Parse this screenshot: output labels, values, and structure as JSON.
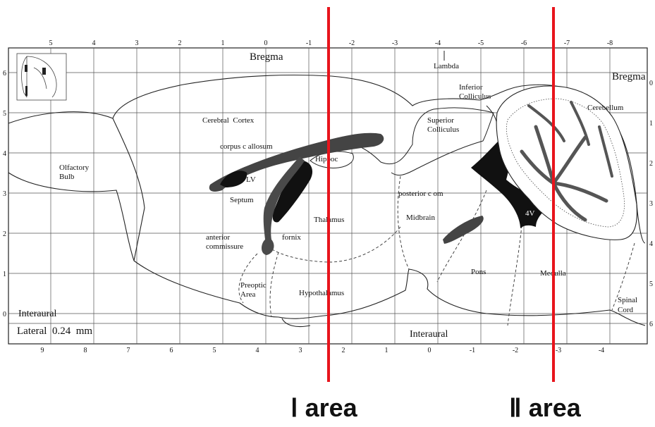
{
  "atlas": {
    "top_scale": [
      "5",
      "4",
      "3",
      "2",
      "1",
      "0",
      "-1",
      "-2",
      "-3",
      "-4",
      "-5",
      "-6",
      "-7",
      "-8"
    ],
    "bottom_scale": [
      "9",
      "8",
      "7",
      "6",
      "5",
      "4",
      "3",
      "2",
      "1",
      "0",
      "-1",
      "-2",
      "-3",
      "-4"
    ],
    "left_scale": [
      "6",
      "5",
      "4",
      "3",
      "2",
      "1",
      "0"
    ],
    "right_scale": [
      "0",
      "1",
      "2",
      "3",
      "4",
      "5",
      "6"
    ],
    "bregma_top": "Bregma",
    "bregma_right": "Bregma",
    "lambda": "Lambda",
    "interaural_left": "Interaural",
    "interaural_bottom": "Interaural",
    "lateral": "Lateral  0.24  mm"
  },
  "regions": {
    "olfactory_bulb_1": "Olfactory",
    "olfactory_bulb_2": "Bulb",
    "cerebral_cortex": "Cerebral  Cortex",
    "corpus_callosum": "corpus c allosum",
    "hippoc": "Hippoc",
    "lv": "LV",
    "septum": "Septum",
    "thalamus": "Thalamus",
    "anterior_commissure_1": "anterior",
    "anterior_commissure_2": "commissure",
    "fornix": "fornix",
    "preoptic_1": "Preoptic",
    "preoptic_2": "Area",
    "hypothalamus": "Hypothalamus",
    "posterior_com": "posterior c om",
    "midbrain": "Midbrain",
    "superior_colliculus_1": "Superior",
    "superior_colliculus_2": "Colliculus",
    "inferior_colliculus_1": "Inferior",
    "inferior_colliculus_2": "Colliculus",
    "cerebellum": "Cerebellum",
    "fourth_ventricle": "4V",
    "pons": "Pons",
    "medulla": "Medulla",
    "spinal_cord_1": "Spinal",
    "spinal_cord_2": "Cord"
  },
  "markers": {
    "area_1": "Ⅰ  area",
    "area_2": "Ⅱ area",
    "line_color": "#e8141c"
  }
}
